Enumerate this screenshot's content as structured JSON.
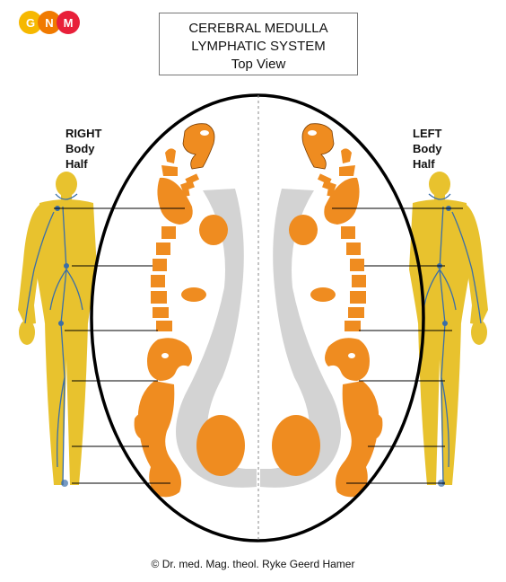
{
  "logo": {
    "letters": [
      "G",
      "N",
      "M"
    ],
    "colors": [
      "#f6b800",
      "#f07a00",
      "#e8203a"
    ]
  },
  "title": {
    "line1": "CEREBRAL MEDULLA",
    "line2": "LYMPHATIC SYSTEM",
    "line3": "Top View"
  },
  "right_label": {
    "line1": "RIGHT",
    "line2": "Body",
    "line3": "Half"
  },
  "left_label": {
    "line1": "LEFT",
    "line2": "Body",
    "line3": "Half"
  },
  "copyright": "© Dr. med. Mag. theol. Ryke Geerd Hamer",
  "colors": {
    "relay": "#ef8c20",
    "relay_outline": "#7a3d00",
    "ventricle": "#d3d3d3",
    "outline": "#000000",
    "body": "#e8c22e",
    "lymph": "#3a6ea8"
  }
}
